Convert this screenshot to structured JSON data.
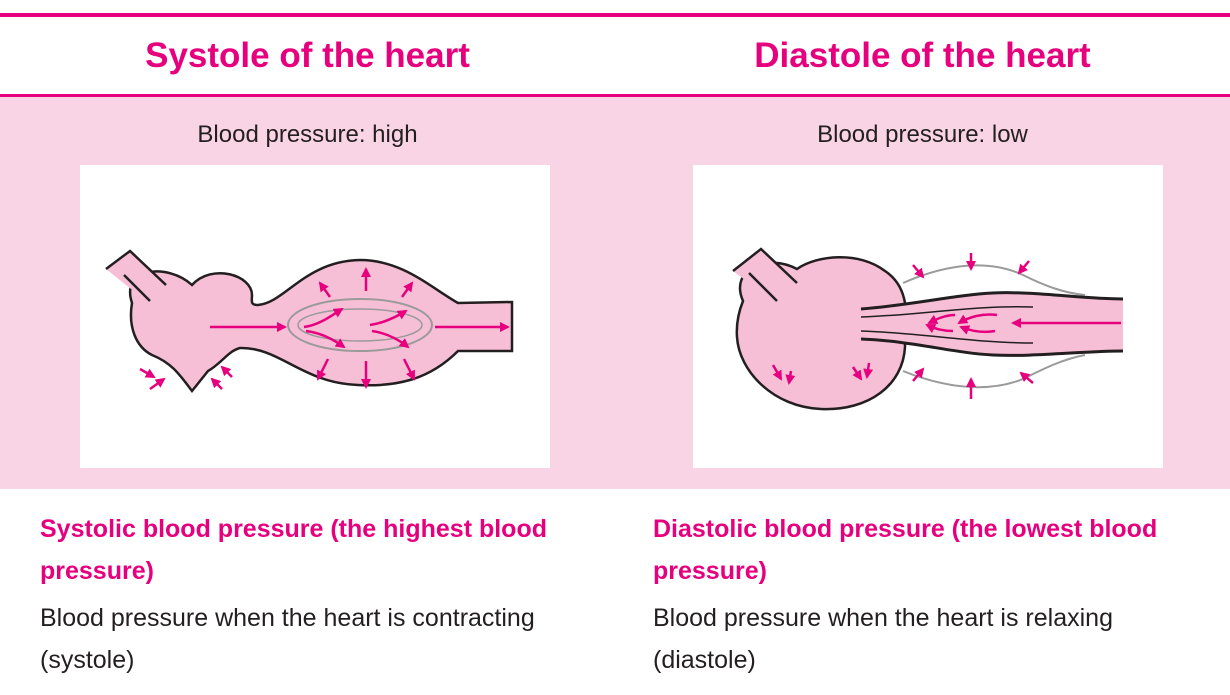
{
  "colors": {
    "accent": "#e6007e",
    "band": "#f9d4e4",
    "heart_fill": "#f7bfd6",
    "outline": "#231f20"
  },
  "systole": {
    "title": "Systole of the heart",
    "pressure": "Blood pressure: high",
    "heading": "Systolic blood pressure (the highest blood pressure)",
    "description": "Blood pressure when the heart is contracting (systole)"
  },
  "diastole": {
    "title": "Diastole of the heart",
    "pressure": "Blood pressure: low",
    "heading": "Diastolic blood pressure (the lowest blood pressure)",
    "description": "Blood pressure when the heart is relaxing (diastole)"
  }
}
